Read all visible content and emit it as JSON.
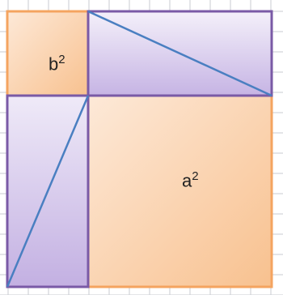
{
  "labels": {
    "b_base": "b",
    "b_exp": "2",
    "a_base": "a",
    "a_exp": "2"
  },
  "colors": {
    "orange_light": "#fde8d6",
    "orange_dark": "#f9c89a",
    "orange_border": "#f4a460",
    "purple_light": "#f2eef8",
    "purple_dark": "#c9b9e6",
    "purple_border": "#7a5aa6",
    "diagonal": "#4a7fc1",
    "grid": "#c8cbd0"
  }
}
